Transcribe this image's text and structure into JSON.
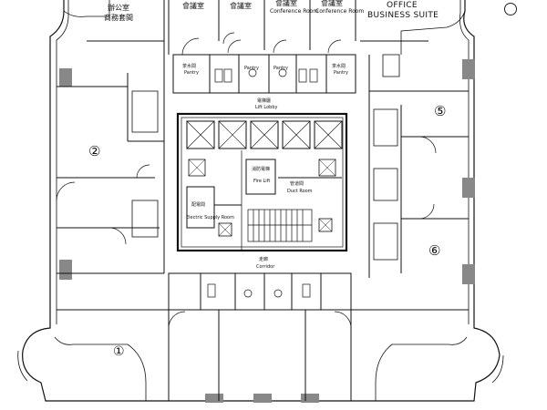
{
  "floor_plan": {
    "office_label": "OFFICE",
    "business_suite_label": "BUSINESS SUITE",
    "top_left_unit": {
      "line1": "辦公室",
      "line2": "商務套間"
    },
    "meeting_rooms": [
      {
        "cn": "會議室",
        "en": ""
      },
      {
        "cn": "會議室",
        "en": ""
      },
      {
        "cn": "會議室",
        "en": "Conference Room"
      },
      {
        "cn": "會議室",
        "en": "Conference Room"
      }
    ],
    "pantry_labels": [
      {
        "cn": "茶水間",
        "en": "Pantry"
      },
      {
        "cn": "",
        "en": "Pantry"
      },
      {
        "cn": "",
        "en": "Pantry"
      },
      {
        "cn": "茶水間",
        "en": "Pantry"
      }
    ],
    "lift_lobby": {
      "cn": "電梯廳",
      "en": "Lift Lobby"
    },
    "fire_lift": {
      "cn": "消防電梯",
      "en": "Fire Lift"
    },
    "duct_room": {
      "cn": "管道間",
      "en": "Duct Room"
    },
    "electric_room": {
      "cn": "配電間",
      "en": "Electric Supply Room"
    },
    "corridor": {
      "cn": "走廊",
      "en": "Corridor"
    },
    "unit_numbers": [
      "①",
      "②",
      "⑤",
      "⑥"
    ]
  }
}
